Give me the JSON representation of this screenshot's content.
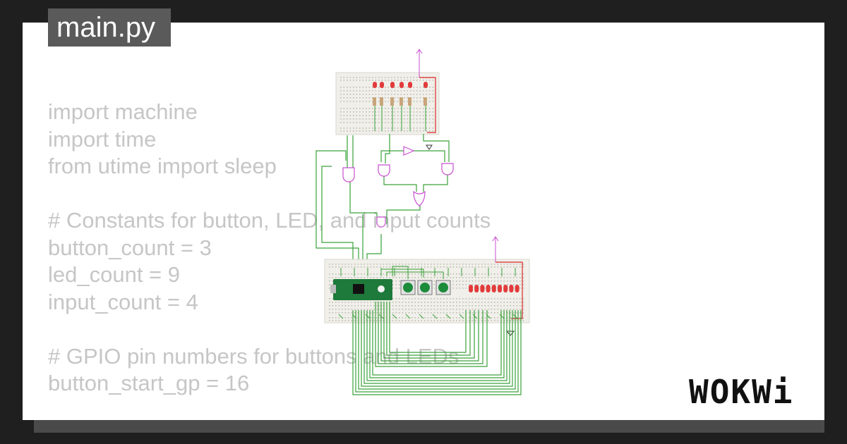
{
  "file_tab": {
    "label": "main.py"
  },
  "code_lines": [
    "import machine",
    "import time",
    "from utime import sleep",
    "",
    "# Constants for button, LED, and input counts",
    "button_count = 3",
    "led_count = 9",
    "input_count = 4",
    "",
    "# GPIO pin numbers for buttons and LEDs",
    "button_start_gp = 16"
  ],
  "brand": {
    "name": "WOKWi"
  },
  "colors": {
    "wire_green": "#3aa23a",
    "wire_red": "#d92b2b",
    "gate_purple": "#c84fd0",
    "led_red": "#e23b3b",
    "pico_green": "#1e7a3a",
    "button_green": "#1c8b3a"
  },
  "circuit": {
    "top_breadboard_leds": 6,
    "bottom_breadboard_leds": 9,
    "buttons": 3,
    "gates": [
      "and-gate",
      "and-gate",
      "or-gate",
      "and-gate",
      "and-gate",
      "not-gate"
    ],
    "microcontroller": "raspberry-pi-pico"
  }
}
